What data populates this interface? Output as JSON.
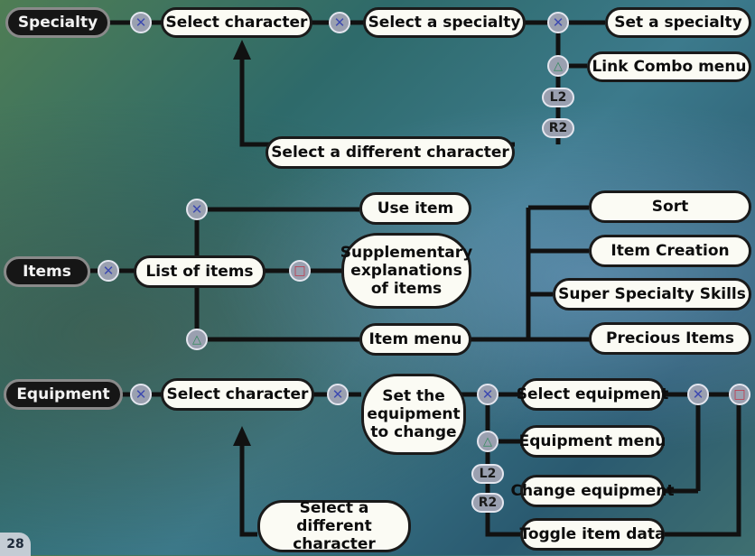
{
  "buttons": {
    "cross": "✕",
    "triangle": "△",
    "square": "□",
    "l2": "L2",
    "r2": "R2"
  },
  "specialty": {
    "heading": "Specialty",
    "select_character": "Select character",
    "select_specialty": "Select a specialty",
    "set_specialty": "Set a specialty",
    "link_combo_menu": "Link Combo menu",
    "select_different_character": "Select a different character"
  },
  "items": {
    "heading": "Items",
    "list_of_items": "List of items",
    "use_item": "Use item",
    "supplementary": "Supplementary explanations of items",
    "item_menu": "Item menu",
    "sort": "Sort",
    "item_creation": "Item Creation",
    "super_specialty_skills": "Super Specialty Skills",
    "precious_items": "Precious Items"
  },
  "equipment": {
    "heading": "Equipment",
    "select_character": "Select character",
    "set_equipment": "Set the equipment to change",
    "select_equipment": "Select equipment",
    "equipment_menu": "Equipment menu",
    "change_equipment": "Change equipment",
    "toggle_item_data": "Toggle item data",
    "select_different_character": "Select a different character"
  },
  "page_number": "28"
}
